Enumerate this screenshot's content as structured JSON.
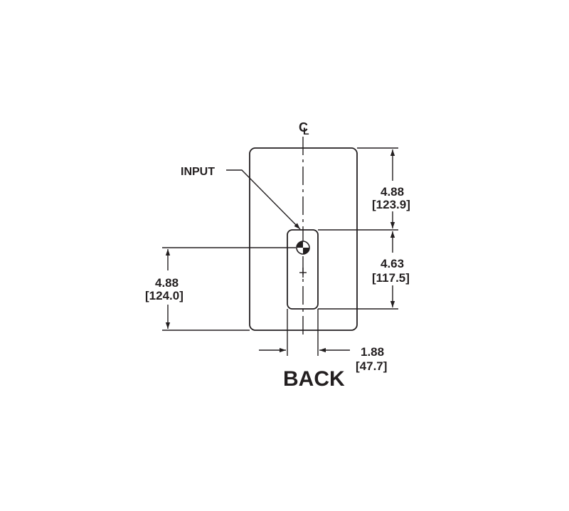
{
  "drawing": {
    "centerline_symbol": "CL",
    "view_title": "BACK",
    "input_label": "INPUT",
    "dims": {
      "top_right": {
        "in": "4.88",
        "mm": "[123.9]"
      },
      "mid_right": {
        "in": "4.63",
        "mm": "[117.5]"
      },
      "left": {
        "in": "4.88",
        "mm": "[124.0]"
      },
      "bottom": {
        "in": "1.88",
        "mm": "[47.7]"
      }
    },
    "colors": {
      "line": "#231f20",
      "background": "#ffffff"
    }
  }
}
